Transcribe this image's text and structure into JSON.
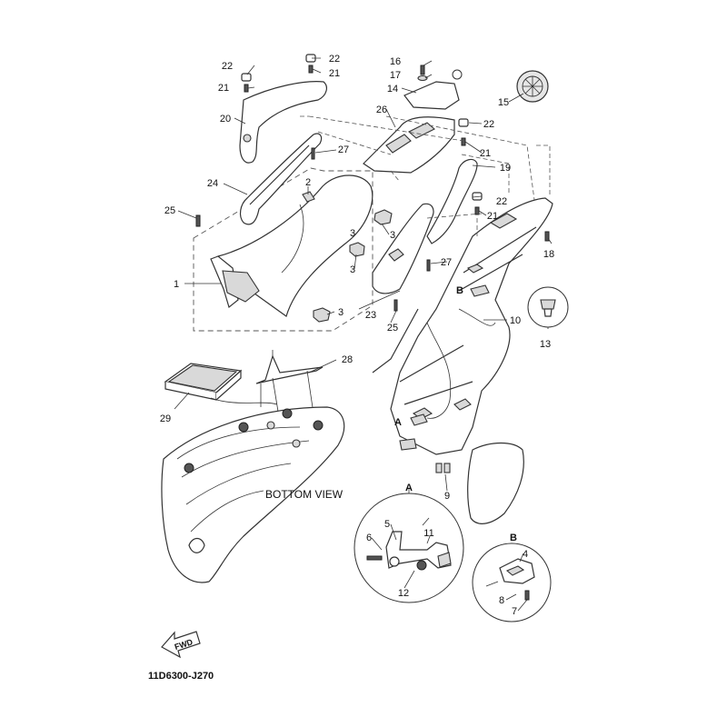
{
  "diagram": {
    "drawing_code": "11D6300-J270",
    "fwd_label": "FWD",
    "bottom_view_label": "BOTTOM VIEW",
    "detail_a_label": "A",
    "detail_b_label": "B",
    "callouts": [
      {
        "id": "c1",
        "text": "1"
      },
      {
        "id": "c2",
        "text": "2"
      },
      {
        "id": "c3a",
        "text": "3"
      },
      {
        "id": "c3b",
        "text": "3"
      },
      {
        "id": "c3c",
        "text": "3"
      },
      {
        "id": "c3d",
        "text": "3"
      },
      {
        "id": "c4",
        "text": "4"
      },
      {
        "id": "c5",
        "text": "5"
      },
      {
        "id": "c6",
        "text": "6"
      },
      {
        "id": "c7",
        "text": "7"
      },
      {
        "id": "c8",
        "text": "8"
      },
      {
        "id": "c9",
        "text": "9"
      },
      {
        "id": "c10",
        "text": "10"
      },
      {
        "id": "c11",
        "text": "11"
      },
      {
        "id": "c12",
        "text": "12"
      },
      {
        "id": "c13",
        "text": "13"
      },
      {
        "id": "c14",
        "text": "14"
      },
      {
        "id": "c15",
        "text": "15"
      },
      {
        "id": "c16",
        "text": "16"
      },
      {
        "id": "c17",
        "text": "17"
      },
      {
        "id": "c18",
        "text": "18"
      },
      {
        "id": "c19",
        "text": "19"
      },
      {
        "id": "c20",
        "text": "20"
      },
      {
        "id": "c21a",
        "text": "21"
      },
      {
        "id": "c21b",
        "text": "21"
      },
      {
        "id": "c21c",
        "text": "21"
      },
      {
        "id": "c21d",
        "text": "21"
      },
      {
        "id": "c22a",
        "text": "22"
      },
      {
        "id": "c22b",
        "text": "22"
      },
      {
        "id": "c22c",
        "text": "22"
      },
      {
        "id": "c22d",
        "text": "22"
      },
      {
        "id": "c23",
        "text": "23"
      },
      {
        "id": "c24",
        "text": "24"
      },
      {
        "id": "c25a",
        "text": "25"
      },
      {
        "id": "c25b",
        "text": "25"
      },
      {
        "id": "c26",
        "text": "26"
      },
      {
        "id": "c27a",
        "text": "27"
      },
      {
        "id": "c27b",
        "text": "27"
      },
      {
        "id": "c28",
        "text": "28"
      },
      {
        "id": "c29",
        "text": "29"
      }
    ]
  }
}
